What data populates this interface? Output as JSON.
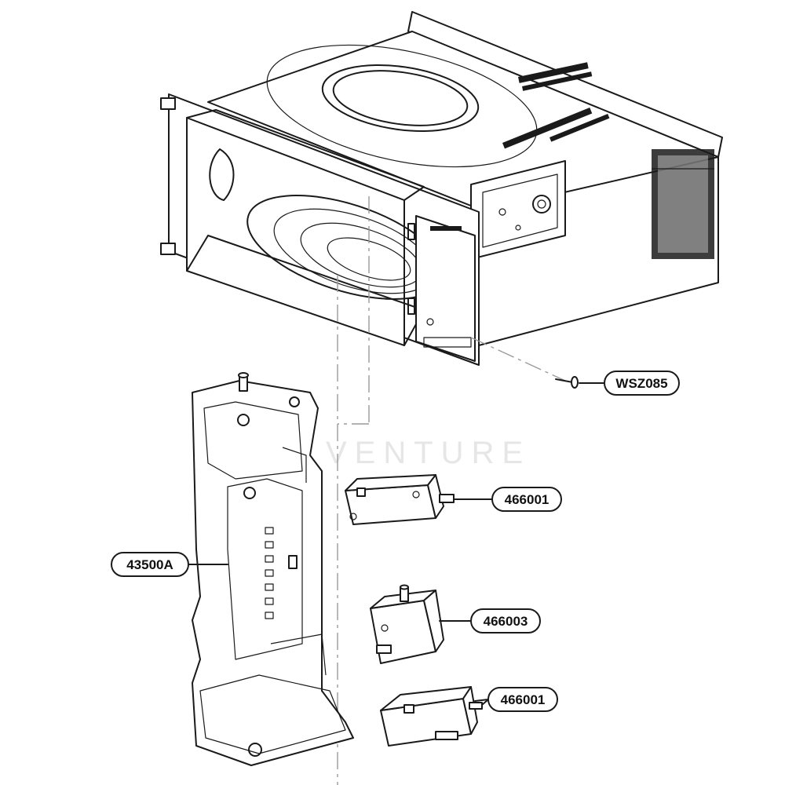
{
  "diagram": {
    "watermark_text": "VENTURE",
    "callouts": [
      {
        "id": "wsz085",
        "label": "WSZ085"
      },
      {
        "id": "466001-top",
        "label": "466001"
      },
      {
        "id": "43500a",
        "label": "43500A"
      },
      {
        "id": "466003",
        "label": "466003"
      },
      {
        "id": "466001-bottom",
        "label": "466001"
      }
    ]
  }
}
